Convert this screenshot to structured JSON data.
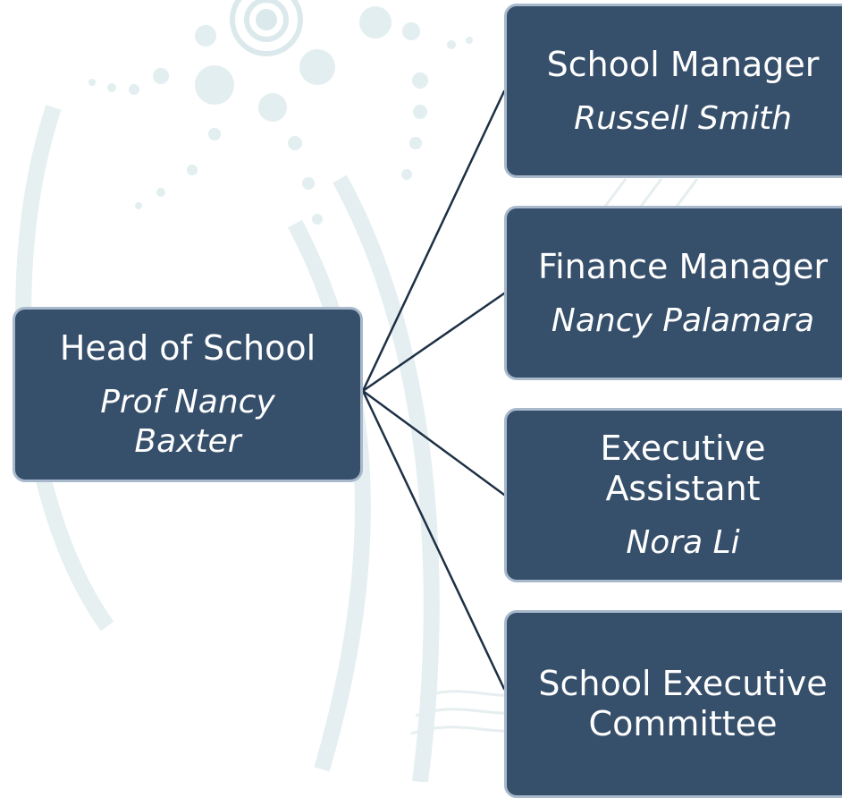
{
  "colors": {
    "node_fill": "#364f6b",
    "node_border": "#a9b9cc",
    "connector": "#1e3045",
    "text": "#ffffff",
    "background_art": "#d6e7ea"
  },
  "root": {
    "role": "Head of School",
    "person_line1": "Prof Nancy",
    "person_line2": "Baxter"
  },
  "reports": [
    {
      "role": "School Manager",
      "person": "Russell Smith"
    },
    {
      "role": "Finance Manager",
      "person": "Nancy Palamara"
    },
    {
      "role_line1": "Executive",
      "role_line2": "Assistant",
      "person": "Nora Li"
    },
    {
      "role_line1": "School Executive",
      "role_line2": "Committee"
    }
  ]
}
